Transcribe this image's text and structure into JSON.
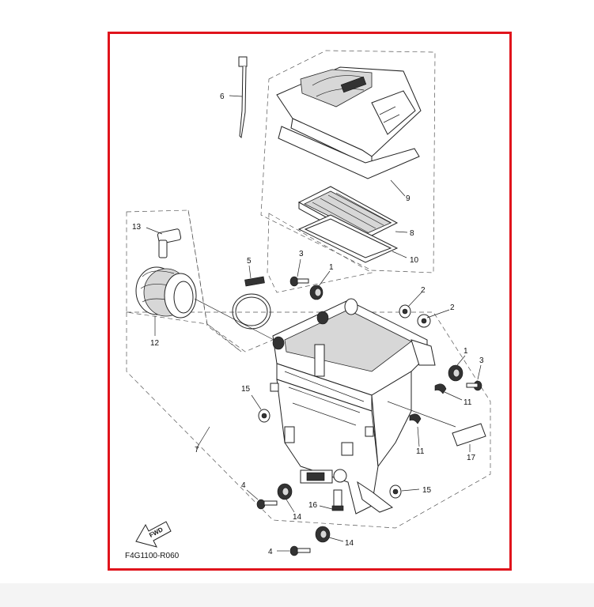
{
  "diagram": {
    "code": "F4G1100-R060",
    "fwd_label": "FWD",
    "frame_color": "#e0141c",
    "callouts": {
      "c6": "6",
      "c9": "9",
      "c8": "8",
      "c10": "10",
      "c13": "13",
      "c5": "5",
      "c3a": "3",
      "c1a": "1",
      "c2a": "2",
      "c2b": "2",
      "c12": "12",
      "c1b": "1",
      "c3b": "3",
      "c15a": "15",
      "c11a": "11",
      "c11b": "11",
      "c7": "7",
      "c17": "17",
      "c4a": "4",
      "c15b": "15",
      "c16": "16",
      "c14a": "14",
      "c14b": "14",
      "c4b": "4"
    }
  }
}
